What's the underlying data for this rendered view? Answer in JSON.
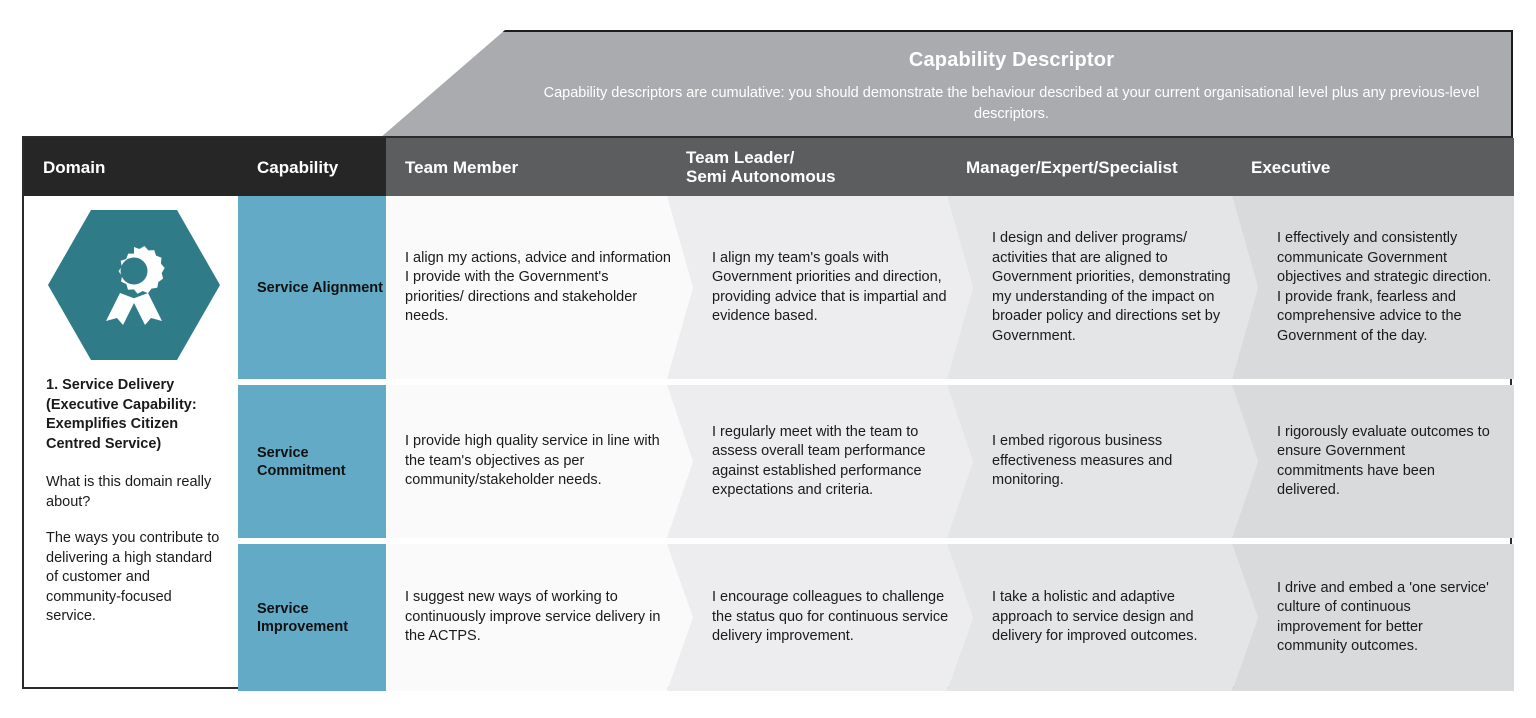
{
  "banner": {
    "title": "Capability Descriptor",
    "subtitle": "Capability descriptors are cumulative: you should demonstrate the behaviour described at your current organisational level plus any previous-level descriptors."
  },
  "colors": {
    "banner_bg": "#a9abae",
    "header_dark": "#262626",
    "header_mid": "#5b5d5f",
    "capability_blue": "#62aac6",
    "hex_teal": "#2f7c88",
    "border": "#2b2b2b"
  },
  "table": {
    "headers": [
      {
        "key": "domain",
        "label": "Domain"
      },
      {
        "key": "capability",
        "label": "Capability"
      },
      {
        "key": "team_member",
        "label": "Team Member"
      },
      {
        "key": "team_leader",
        "label": "Team Leader/\nSemi Autonomous"
      },
      {
        "key": "manager",
        "label": "Manager/Expert/Specialist"
      },
      {
        "key": "executive",
        "label": "Executive"
      }
    ],
    "domain": {
      "icon": "award-ribbon-icon",
      "title": "1.  Service Delivery (Executive Capability: Exemplifies Citizen Centred Service)",
      "question": "What is this domain really about?",
      "answer": "The ways you contribute to delivering a high standard of customer and community-focused service."
    },
    "rows": [
      {
        "capability": "Service Alignment",
        "cells": [
          "I align my actions, advice and information I provide with the Government's priorities/ directions and stakeholder needs.",
          "I align my team's goals with Government priorities and direction, providing advice that is impartial and evidence based.",
          "I design and deliver programs/ activities that are aligned to Government priorities, demonstrating my understanding of the impact on broader policy and directions set by Government.",
          "I effectively and consistently communicate Government objectives and strategic direction. I provide frank, fearless and comprehensive advice to the Government of the day."
        ]
      },
      {
        "capability": "Service Commitment",
        "cells": [
          "I provide high quality service in line with the team's objectives as per community/stakeholder needs.",
          "I regularly meet with the team to assess overall team performance against established performance expectations and criteria.",
          "I embed rigorous business effectiveness measures and monitoring.",
          "I rigorously evaluate outcomes to ensure Government commitments have been delivered."
        ]
      },
      {
        "capability": "Service Improvement",
        "cells": [
          "I suggest new ways of working to continuously improve service delivery in the ACTPS.",
          "I encourage colleagues to challenge the status quo for continuous service delivery improvement.",
          "I take a holistic and adaptive approach to service design and delivery for improved outcomes.",
          "I drive and embed a 'one service' culture of continuous improvement for better community outcomes."
        ]
      }
    ]
  }
}
